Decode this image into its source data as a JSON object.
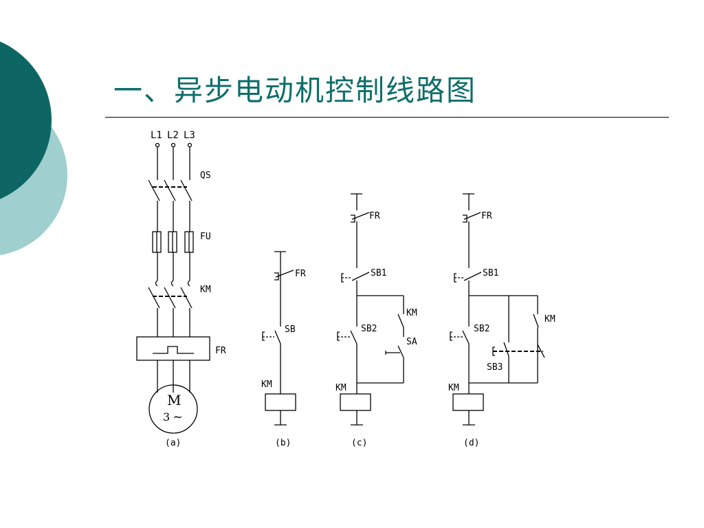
{
  "slide": {
    "title": "一、异步电动机控制线路图",
    "colors": {
      "title": "#0e6e6a",
      "deco_dark": "#0d6663",
      "deco_light": "#9fcfcf",
      "rule": "#000000"
    }
  },
  "circuit_a": {
    "phases": [
      "L1",
      "L2",
      "L3"
    ],
    "qs": "QS",
    "fu": "FU",
    "km": "KM",
    "fr": "FR",
    "motor_letter": "M",
    "motor_phase": "3",
    "motor_symbol": "~",
    "caption": "(a)"
  },
  "circuit_b": {
    "fr": "FR",
    "sb": "SB",
    "km": "KM",
    "caption": "(b)"
  },
  "circuit_c": {
    "fr": "FR",
    "sb1": "SB1",
    "sb2": "SB2",
    "km_contact": "KM",
    "sa": "SA",
    "km_coil": "KM",
    "caption": "(c)"
  },
  "circuit_d": {
    "fr": "FR",
    "sb1": "SB1",
    "sb2": "SB2",
    "km_contact": "KM",
    "sb3": "SB3",
    "km_coil": "KM",
    "caption": "(d)"
  }
}
